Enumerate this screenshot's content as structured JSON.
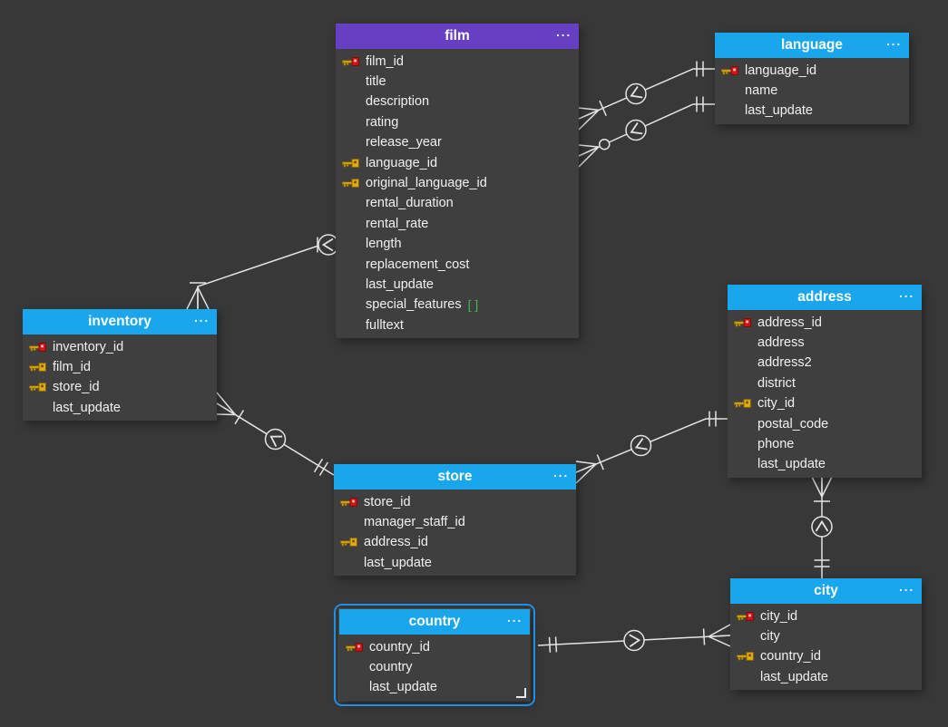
{
  "ui": {
    "menu_icon": "···",
    "canvas_bg": "#383838",
    "table_body_color": "#3f3f3f",
    "line_color": "#e4e4e4",
    "selection_color": "#1f8fe8",
    "purple_header": "#673fc3",
    "blue_header": "#1aa6ec",
    "pk_color": "#d41414",
    "fk_color": "#e3ac14",
    "array_badge_color": "#44b84a"
  },
  "diagram": {
    "tables": [
      {
        "name": "film",
        "header_color": "#673fc3",
        "selected": false,
        "columns": [
          {
            "name": "film_id",
            "key": "pk"
          },
          {
            "name": "title",
            "key": ""
          },
          {
            "name": "description",
            "key": ""
          },
          {
            "name": "rating",
            "key": ""
          },
          {
            "name": "release_year",
            "key": ""
          },
          {
            "name": "language_id",
            "key": "fk"
          },
          {
            "name": "original_language_id",
            "key": "fk"
          },
          {
            "name": "rental_duration",
            "key": ""
          },
          {
            "name": "rental_rate",
            "key": ""
          },
          {
            "name": "length",
            "key": ""
          },
          {
            "name": "replacement_cost",
            "key": ""
          },
          {
            "name": "last_update",
            "key": ""
          },
          {
            "name": "special_features",
            "key": "",
            "suffix": "[ ]"
          },
          {
            "name": "fulltext",
            "key": ""
          }
        ]
      },
      {
        "name": "language",
        "header_color": "#1aa6ec",
        "selected": false,
        "columns": [
          {
            "name": "language_id",
            "key": "pk"
          },
          {
            "name": "name",
            "key": ""
          },
          {
            "name": "last_update",
            "key": ""
          }
        ]
      },
      {
        "name": "inventory",
        "header_color": "#1aa6ec",
        "selected": false,
        "columns": [
          {
            "name": "inventory_id",
            "key": "pk"
          },
          {
            "name": "film_id",
            "key": "fk"
          },
          {
            "name": "store_id",
            "key": "fk"
          },
          {
            "name": "last_update",
            "key": ""
          }
        ]
      },
      {
        "name": "address",
        "header_color": "#1aa6ec",
        "selected": false,
        "columns": [
          {
            "name": "address_id",
            "key": "pk"
          },
          {
            "name": "address",
            "key": ""
          },
          {
            "name": "address2",
            "key": ""
          },
          {
            "name": "district",
            "key": ""
          },
          {
            "name": "city_id",
            "key": "fk"
          },
          {
            "name": "postal_code",
            "key": ""
          },
          {
            "name": "phone",
            "key": ""
          },
          {
            "name": "last_update",
            "key": ""
          }
        ]
      },
      {
        "name": "store",
        "header_color": "#1aa6ec",
        "selected": false,
        "columns": [
          {
            "name": "store_id",
            "key": "pk"
          },
          {
            "name": "manager_staff_id",
            "key": ""
          },
          {
            "name": "address_id",
            "key": "fk"
          },
          {
            "name": "last_update",
            "key": ""
          }
        ]
      },
      {
        "name": "country",
        "header_color": "#1aa6ec",
        "selected": true,
        "columns": [
          {
            "name": "country_id",
            "key": "pk"
          },
          {
            "name": "country",
            "key": ""
          },
          {
            "name": "last_update",
            "key": ""
          }
        ]
      },
      {
        "name": "city",
        "header_color": "#1aa6ec",
        "selected": false,
        "columns": [
          {
            "name": "city_id",
            "key": "pk"
          },
          {
            "name": "city",
            "key": ""
          },
          {
            "name": "country_id",
            "key": "fk"
          },
          {
            "name": "last_update",
            "key": ""
          }
        ]
      }
    ],
    "relations": [
      {
        "from": "film.language_id",
        "to": "language.language_id",
        "many_side": "film",
        "optional": false
      },
      {
        "from": "film.original_language_id",
        "to": "language.language_id",
        "many_side": "film",
        "optional": true
      },
      {
        "from": "inventory.film_id",
        "to": "film.film_id",
        "many_side": "inventory",
        "optional": false
      },
      {
        "from": "inventory.store_id",
        "to": "store.store_id",
        "many_side": "inventory",
        "optional": false
      },
      {
        "from": "store.address_id",
        "to": "address.address_id",
        "many_side": "store",
        "optional": false
      },
      {
        "from": "address.city_id",
        "to": "city.city_id",
        "many_side": "address",
        "optional": false
      },
      {
        "from": "city.country_id",
        "to": "country.country_id",
        "many_side": "city",
        "optional": false
      }
    ]
  }
}
